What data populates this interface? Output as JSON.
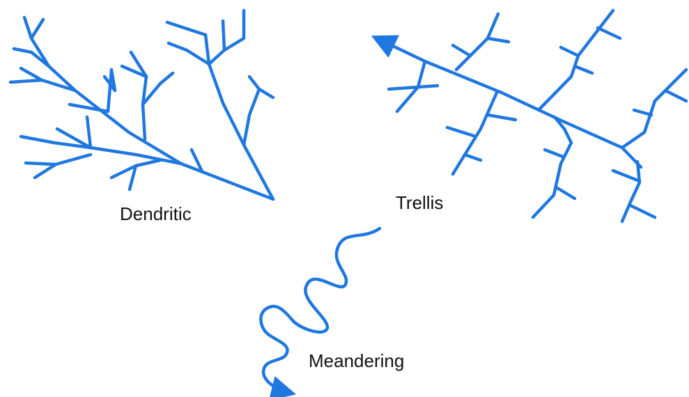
{
  "diagram": {
    "labels": {
      "dendritic": "Dendritic",
      "trellis": "Trellis",
      "meandering": "Meandering"
    },
    "stream_color": "#1f77e0"
  }
}
